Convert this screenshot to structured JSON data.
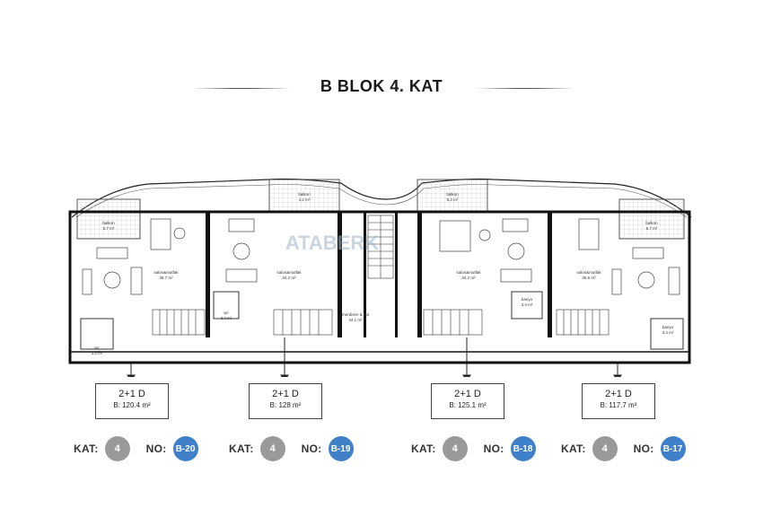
{
  "page": {
    "title": "B BLOK 4.  KAT"
  },
  "watermark": {
    "text": "ATABERK"
  },
  "colors": {
    "badge_blue": "#3f80c9",
    "badge_gray": "#999999",
    "wall": "#111111"
  },
  "rooms": [
    {
      "name": "balkon",
      "area": "5.7 m²"
    },
    {
      "name": "salon&mutfak",
      "area": "36.7 m²"
    },
    {
      "name": "wc",
      "area": "3.4 m²"
    },
    {
      "name": "balkon",
      "area": "4.2 m²"
    },
    {
      "name": "salon&mutfak",
      "area": "34.2 m²"
    },
    {
      "name": "wc",
      "area": "3.4 m²"
    },
    {
      "name": "merdiven & hol",
      "area": "44.1 m²"
    },
    {
      "name": "balkon",
      "area": "5.2 m²"
    },
    {
      "name": "salon&mutfak",
      "area": "34.2 m²"
    },
    {
      "name": "banyo",
      "area": "3.4 m²"
    },
    {
      "name": "balkon",
      "area": "5.7 m²"
    },
    {
      "name": "salon&mutfak",
      "area": "36.6 m²"
    },
    {
      "name": "banyo",
      "area": "3.4 m²"
    }
  ],
  "units": [
    {
      "type": "2+1 D",
      "area": "B: 120.4 m²",
      "kat_label": "KAT:",
      "kat": "4",
      "no_label": "NO:",
      "no": "B-20"
    },
    {
      "type": "2+1 D",
      "area": "B: 128 m²",
      "kat_label": "KAT:",
      "kat": "4",
      "no_label": "NO:",
      "no": "B-19"
    },
    {
      "type": "2+1 D",
      "area": "B: 125.1 m²",
      "kat_label": "KAT:",
      "kat": "4",
      "no_label": "NO:",
      "no": "B-18"
    },
    {
      "type": "2+1 D",
      "area": "B: 117.7 m²",
      "kat_label": "KAT:",
      "kat": "4",
      "no_label": "NO:",
      "no": "B-17"
    }
  ]
}
